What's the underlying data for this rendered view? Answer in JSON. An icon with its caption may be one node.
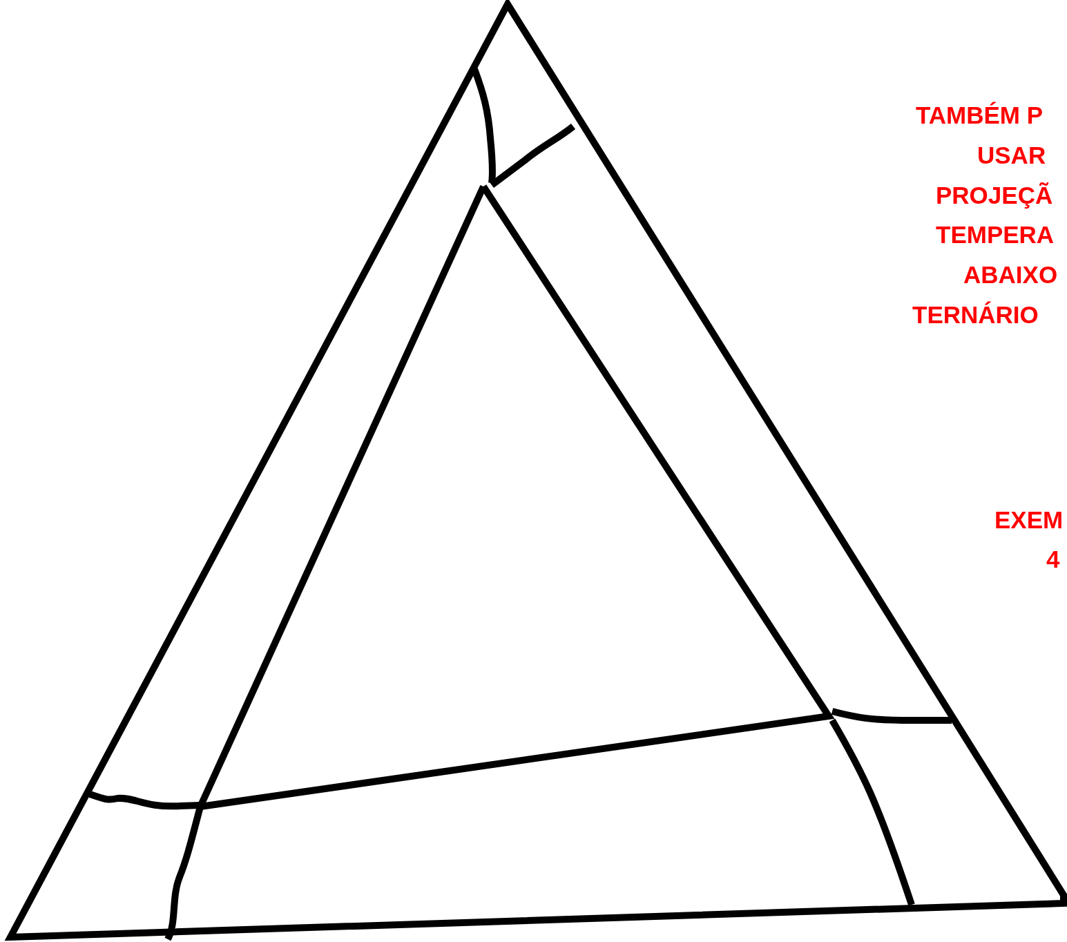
{
  "diagram": {
    "labels": [
      "TAMBÉM P",
      "USAR",
      "PROJEÇÃ",
      "TEMPERA",
      "ABAIXO",
      "TERNÁRIO",
      "EXEM",
      "4"
    ]
  }
}
